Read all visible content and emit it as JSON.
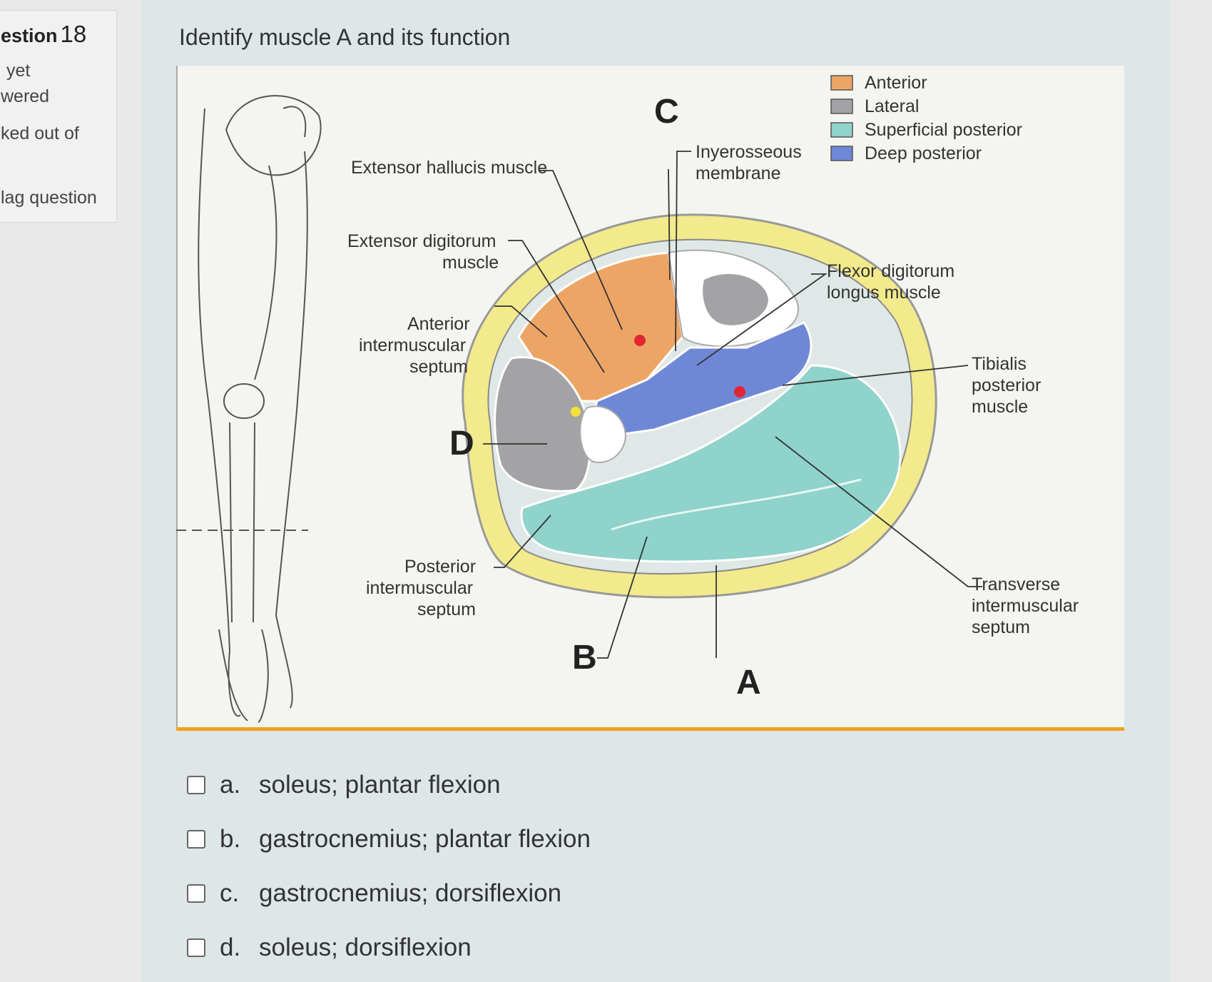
{
  "sidebar": {
    "question_label": "estion",
    "question_number": "18",
    "status_line_1": "yet",
    "status_line_2": "wered",
    "marks_line": "ked out of",
    "flag_label": "lag question"
  },
  "question": {
    "text": "Identify muscle A and its function"
  },
  "figure": {
    "legend": [
      {
        "label": "Anterior",
        "color": "#eda566"
      },
      {
        "label": "Lateral",
        "color": "#a3a3a5"
      },
      {
        "label": "Superficial posterior",
        "color": "#8fd3cb"
      },
      {
        "label": "Deep posterior",
        "color": "#6f88d6"
      }
    ],
    "labels": {
      "extensor_hallucis": "Extensor hallucis muscle",
      "extensor_digitorum_1": "Extensor digitorum",
      "extensor_digitorum_2": "muscle",
      "anterior_septum_1": "Anterior",
      "anterior_septum_2": "intermuscular",
      "anterior_septum_3": "septum",
      "interosseous_1": "Inyerosseous",
      "interosseous_2": "membrane",
      "flexor_digitorum_1": "Flexor digitorum",
      "flexor_digitorum_2": "longus muscle",
      "tibialis_1": "Tibialis",
      "tibialis_2": "posterior",
      "tibialis_3": "muscle",
      "posterior_septum_1": "Posterior",
      "posterior_septum_2": "intermuscular",
      "posterior_septum_3": "septum",
      "transverse_septum_1": "Transverse",
      "transverse_septum_2": "intermuscular",
      "transverse_septum_3": "septum",
      "letter_a": "A",
      "letter_b": "B",
      "letter_c": "C",
      "letter_d": "D"
    }
  },
  "options": [
    {
      "letter": "a.",
      "text": "soleus; plantar flexion"
    },
    {
      "letter": "b.",
      "text": "gastrocnemius; plantar flexion"
    },
    {
      "letter": "c.",
      "text": "gastrocnemius; dorsiflexion"
    },
    {
      "letter": "d.",
      "text": "soleus; dorsiflexion"
    }
  ],
  "colors": {
    "anterior": "#eda566",
    "lateral": "#a3a3a5",
    "superficial_posterior": "#8fd3cb",
    "deep_posterior": "#6f88d6",
    "fascia": "#f2ea8c",
    "figure_rule": "#f0a21e"
  }
}
